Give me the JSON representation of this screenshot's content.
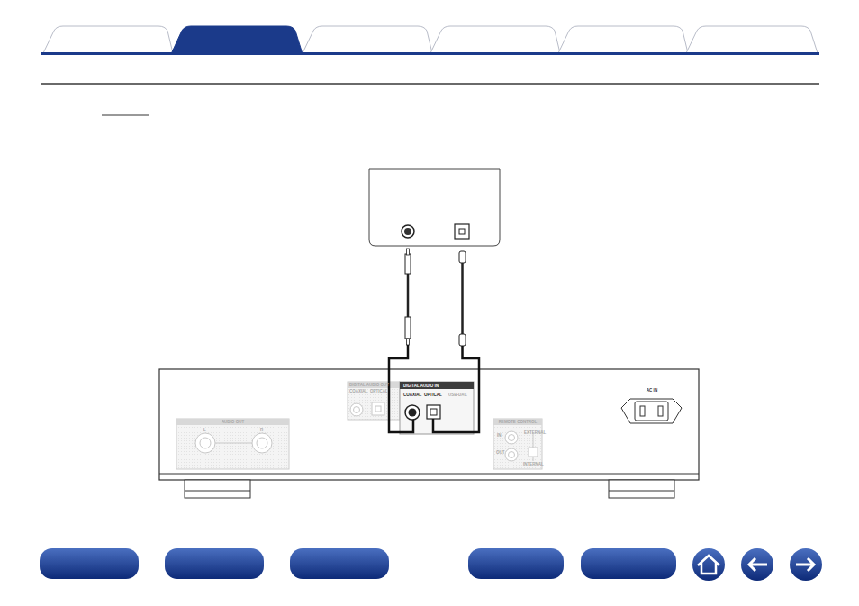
{
  "diagram": {
    "nodes": [
      {
        "text": [
          "DIGITAL AUDIO OUT",
          "COAXIAL",
          "OPTICAL"
        ]
      },
      {
        "text": [
          "DIGITAL AUDIO IN",
          "COAXIAL",
          "OPTICAL",
          "USB-DAC"
        ]
      },
      {
        "text": [
          "AUDIO OUT",
          "L",
          "R"
        ]
      },
      {
        "text": [
          "REMOTE CONTROL",
          "IN",
          "OUT",
          "EXTERNAL",
          "INTERNAL"
        ]
      },
      {
        "text": [
          "AC IN"
        ]
      }
    ],
    "edges": []
  }
}
